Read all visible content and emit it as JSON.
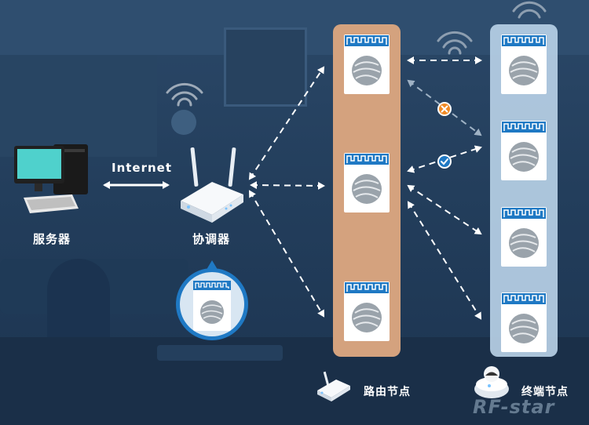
{
  "labels": {
    "internet": "Internet",
    "server": "服务器",
    "coordinator": "协调器",
    "router_node": "路由节点",
    "end_node": "终端节点"
  },
  "watermark": "RF-star",
  "colors": {
    "background": "#213a55",
    "router_column": "#d4a27e",
    "end_column": "#b7d0e6",
    "module_blue": "#1f79c4",
    "status_ok": "#1f79c4",
    "status_fail": "#f08a25",
    "arrow": "#ffffff",
    "screen": "#4fd1cc"
  },
  "icons": {
    "server": "desktop-computer-icon",
    "coordinator": "wifi-router-icon",
    "router_legend": "router-device-icon",
    "end_legend": "end-device-icon",
    "module": "rf-module-icon",
    "status_ok": "check-badge-icon",
    "status_fail": "cross-badge-icon"
  }
}
